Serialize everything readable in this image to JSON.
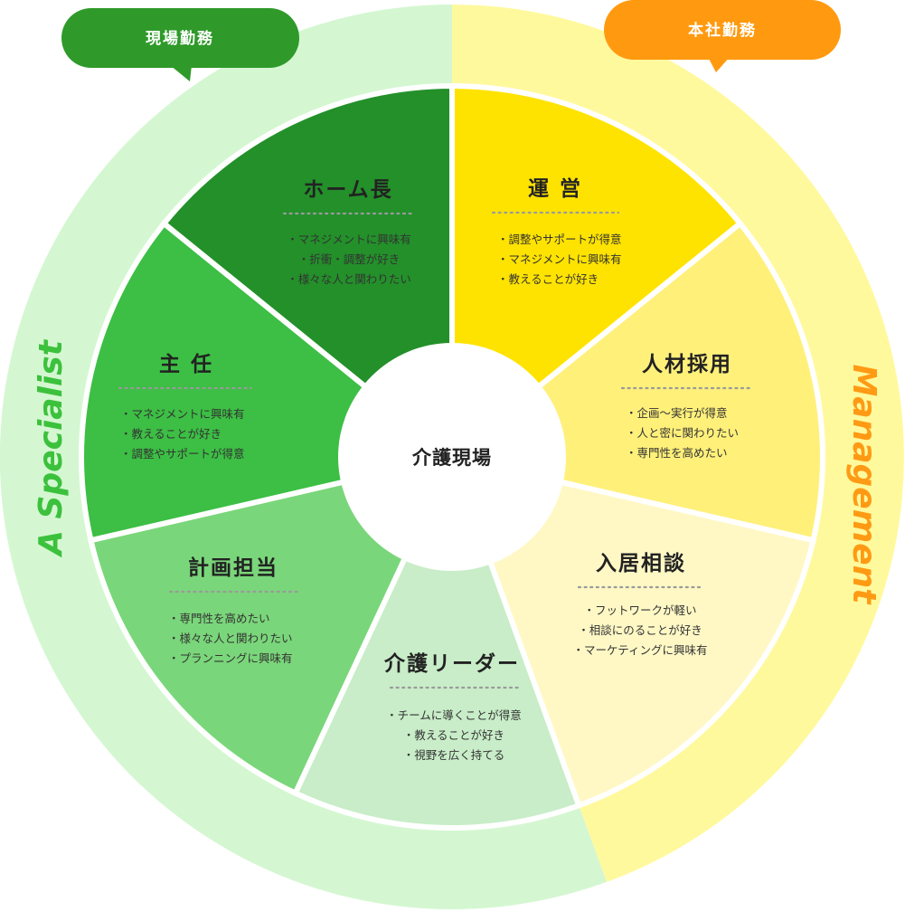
{
  "colors": {
    "ring_left": "#d4f7d1",
    "ring_right": "#fff99d",
    "bubble_left": "#2f9a2a",
    "bubble_right": "#ff9a10",
    "side_left": "#3cc13c",
    "side_right": "#ff9a14",
    "dots": "#9a9a9a"
  },
  "bubbles": {
    "left": "現場勤務",
    "right": "本社勤務"
  },
  "side_labels": {
    "left": "A Specialist",
    "right": "Management"
  },
  "center": "介護現場",
  "segments": [
    {
      "title": "運 営",
      "color": "#ffe300",
      "items": [
        "・調整やサポートが得意",
        "・マネジメントに興味有",
        "・教えることが好き"
      ]
    },
    {
      "title": "人材採用",
      "color": "#fff07a",
      "items": [
        "・企画～実行が得意",
        "・人と密に関わりたい",
        "・専門性を高めたい"
      ]
    },
    {
      "title": "入居相談",
      "color": "#fff8c5",
      "items": [
        "・フットワークが軽い",
        "・相談にのることが好き",
        "・マーケティングに興味有"
      ]
    },
    {
      "title": "介護リーダー",
      "color": "#c8edc8",
      "items": [
        "・チームに導くことが得意",
        "・教えることが好き",
        "・視野を広く持てる"
      ]
    },
    {
      "title": "計画担当",
      "color": "#7ad67a",
      "items": [
        "・専門性を高めたい",
        "・様々な人と関わりたい",
        "・プランニングに興味有"
      ]
    },
    {
      "title": "主 任",
      "color": "#3cbf44",
      "items": [
        "・マネジメントに興味有",
        "・教えることが好き",
        "・調整やサポートが得意"
      ]
    },
    {
      "title": "ホーム長",
      "color": "#23902a",
      "items": [
        "・マネジメントに興味有",
        "・折衝・調整が好き",
        "・様々な人と関わりたい"
      ]
    }
  ]
}
